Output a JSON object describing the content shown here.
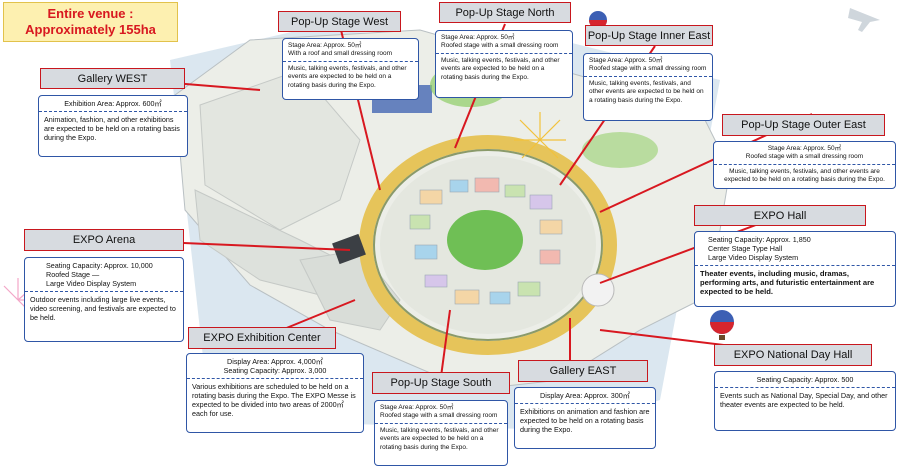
{
  "venue": {
    "line1": "Entire venue :",
    "line2": "Approximately 155ha"
  },
  "areas": {
    "popup_west": {
      "name": "Pop-Up Stage West",
      "details": [
        "Stage Area: Approx. 50㎡",
        "With a roof and small dressing room"
      ],
      "note": "Music, talking events, festivals, and other events are expected to be held on a rotating basis during the Expo."
    },
    "popup_north": {
      "name": "Pop-Up Stage North",
      "details": [
        "Stage Area: Approx. 50㎡",
        "Roofed stage with a small dressing room"
      ],
      "note": "Music, talking events, festivals, and other events are expected to be held on a rotating basis during the Expo."
    },
    "popup_inner_east": {
      "name": "Pop-Up Stage Inner East",
      "details": [
        "Stage Area: Approx. 50㎡",
        "Roofed stage with a small dressing room"
      ],
      "note": "Music, talking events, festivals, and other events are expected to be held on a rotating basis during the Expo."
    },
    "popup_outer_east": {
      "name": "Pop-Up Stage Outer East",
      "details": [
        "Stage Area: Approx. 50㎡",
        "Roofed stage with a small dressing room"
      ],
      "note": "Music, talking events, festivals, and other events are expected to be held on a rotating basis during the Expo."
    },
    "gallery_west": {
      "name": "Gallery WEST",
      "details": [
        "Exhibition Area: Approx. 600㎡"
      ],
      "note": "Animation, fashion, and other exhibitions are expected to be held on a rotating basis during the Expo."
    },
    "expo_arena": {
      "name": "EXPO Arena",
      "details": [
        "Seating Capacity: Approx. 10,000",
        "Roofed Stage —",
        "Large Video Display System"
      ],
      "note": "Outdoor events including large live events, video screening, and festivals are expected to be held."
    },
    "expo_hall": {
      "name": "EXPO Hall",
      "details": [
        "Seating Capacity: Approx. 1,850",
        "Center Stage Type Hall",
        "Large Video Display System"
      ],
      "note": "Theater events, including music, dramas, performing arts, and futuristic entertainment are expected to be held."
    },
    "exhibition_center": {
      "name": "EXPO Exhibition Center",
      "details": [
        "Display Area: Approx. 4,000㎡",
        "Seating Capacity: Approx. 3,000"
      ],
      "note": "Various exhibitions are scheduled to be held on a rotating basis during the Expo. The EXPO Messe is expected to be divided into two areas of 2000㎡ each for use."
    },
    "popup_south": {
      "name": "Pop-Up Stage South",
      "details": [
        "Stage Area: Approx. 50㎡",
        "Roofed stage with a small dressing room"
      ],
      "note": "Music, talking events, festivals, and other events are expected to be held on a rotating basis during the Expo."
    },
    "gallery_east": {
      "name": "Gallery EAST",
      "details": [
        "Display Area: Approx. 300㎡"
      ],
      "note": "Exhibitions on animation and fashion are expected to be held on a rotating basis during the Expo."
    },
    "national_day_hall": {
      "name": "EXPO National Day Hall",
      "details": [
        "Seating Capacity: Approx. 500"
      ],
      "note": "Events such as National Day, Special Day, and other theater events are expected to be held."
    }
  },
  "colors": {
    "label_border": "#c8171e",
    "info_border": "#2f56a6",
    "ring": "#e6c45a",
    "water": "#c9dcea",
    "ground": "#eef0ec",
    "green": "#7cc35a",
    "badge_bg": "#fdf0b0",
    "badge_text": "#d81820"
  }
}
